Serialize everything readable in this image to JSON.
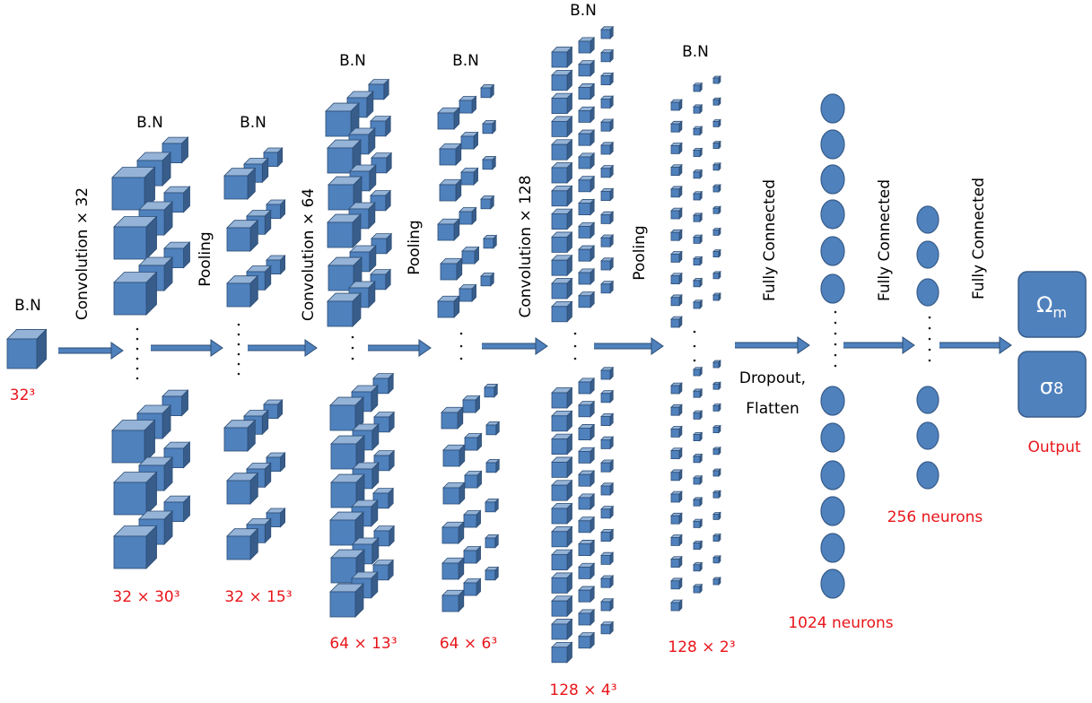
{
  "diagram": {
    "input": {
      "bn": "B.N",
      "size": "32³"
    },
    "stages": [
      {
        "id": "conv32",
        "op": "Convolution × 32",
        "bn": "B.N",
        "size": "32 × 30³"
      },
      {
        "id": "pool1",
        "op": "Pooling",
        "bn": "B.N",
        "size": "32 × 15³"
      },
      {
        "id": "conv64",
        "op": "Convolution × 64",
        "bn": "B.N",
        "size": "64 × 13³"
      },
      {
        "id": "pool2",
        "op": "Pooling",
        "bn": "B.N",
        "size": "64 × 6³"
      },
      {
        "id": "conv128",
        "op": "Convolution × 128",
        "bn": "B.N",
        "size": "128 × 4³"
      },
      {
        "id": "pool3",
        "op": "Pooling",
        "bn": "B.N",
        "size": "128 × 2³"
      }
    ],
    "fc1": {
      "op": "Fully Connected",
      "note_line1": "Dropout,",
      "note_line2": "Flatten",
      "size": "1024 neurons"
    },
    "fc2": {
      "op": "Fully Connected",
      "size": "256 neurons"
    },
    "fc3": {
      "op": "Fully Connected"
    },
    "outputs": {
      "out1": "Ωm",
      "out1_base": "Ω",
      "out1_sub": "m",
      "out2": "σ8",
      "out2_base": "σ",
      "out2_sub": "8",
      "label": "Output"
    },
    "colors": {
      "node": "#4f81bd",
      "node_edge": "#385d8a",
      "accent": "#e8151a"
    }
  }
}
